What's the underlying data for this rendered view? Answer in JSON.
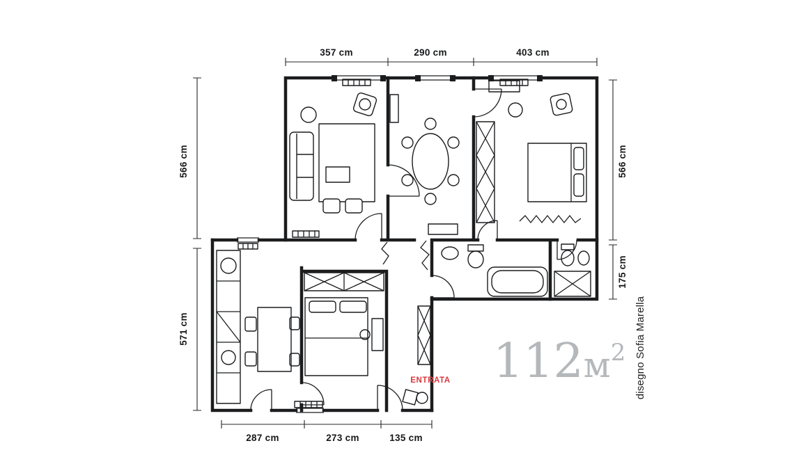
{
  "plan": {
    "area": {
      "number": "112",
      "unit": "м",
      "sup": "2"
    },
    "entrance_label": "ENTRATA",
    "credit": "disegno Sofia Marella",
    "dims": {
      "top_1": "357 cm",
      "top_2": "290 cm",
      "top_3": "403 cm",
      "left_upper": "566 cm",
      "left_lower": "571 cm",
      "right_upper": "566 cm",
      "right_lower": "175 cm",
      "bottom_1": "287 cm",
      "bottom_2": "273 cm",
      "bottom_3": "135 cm"
    },
    "colors": {
      "ink": "#1b1c1e",
      "entrance_red": "#d93a3e",
      "area_gray": "#b5b8bb"
    }
  }
}
